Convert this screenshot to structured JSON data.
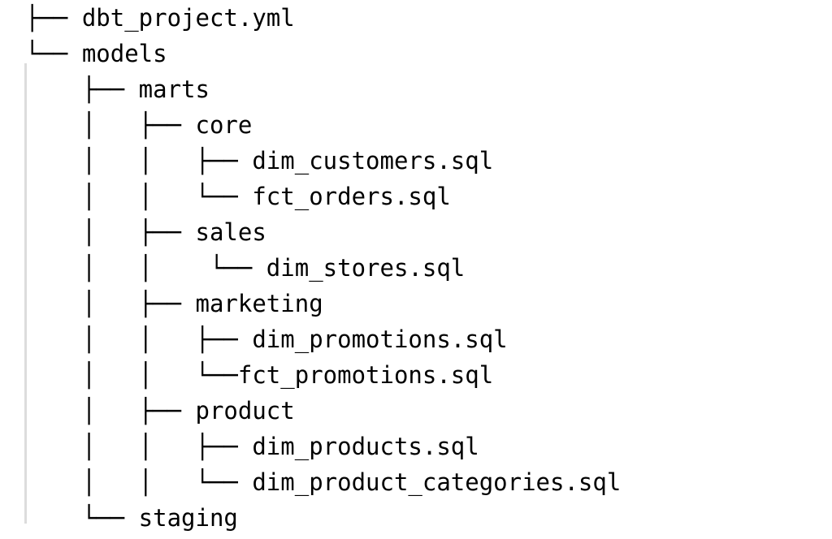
{
  "document": {
    "kind": "directory-tree-listing",
    "text_color": "#000000",
    "background_color": "#ffffff",
    "gutter_rule_color": "#dcdcdc"
  },
  "tree": {
    "lines": [
      "├── dbt_project.yml",
      "└── models",
      "    ├── marts",
      "    │   ├── core",
      "    │   │   ├── dim_customers.sql",
      "    │   │   └── fct_orders.sql",
      "    │   ├── sales",
      "    │   │    └── dim_stores.sql",
      "    │   ├── marketing",
      "    │   │   ├── dim_promotions.sql",
      "    │   │   └──fct_promotions.sql",
      "    │   ├── product",
      "    │   │   ├── dim_products.sql",
      "    │   │   └── dim_product_categories.sql",
      "    └── staging"
    ],
    "entries": [
      {
        "name": "dbt_project.yml",
        "type": "file",
        "depth": 0
      },
      {
        "name": "models",
        "type": "directory",
        "depth": 0
      },
      {
        "name": "marts",
        "type": "directory",
        "depth": 1
      },
      {
        "name": "core",
        "type": "directory",
        "depth": 2
      },
      {
        "name": "dim_customers.sql",
        "type": "file",
        "depth": 3
      },
      {
        "name": "fct_orders.sql",
        "type": "file",
        "depth": 3
      },
      {
        "name": "sales",
        "type": "directory",
        "depth": 2
      },
      {
        "name": "dim_stores.sql",
        "type": "file",
        "depth": 3
      },
      {
        "name": "marketing",
        "type": "directory",
        "depth": 2
      },
      {
        "name": "dim_promotions.sql",
        "type": "file",
        "depth": 3
      },
      {
        "name": "fct_promotions.sql",
        "type": "file",
        "depth": 3
      },
      {
        "name": "product",
        "type": "directory",
        "depth": 2
      },
      {
        "name": "dim_products.sql",
        "type": "file",
        "depth": 3
      },
      {
        "name": "dim_product_categories.sql",
        "type": "file",
        "depth": 3
      },
      {
        "name": "staging",
        "type": "directory",
        "depth": 1
      }
    ]
  }
}
